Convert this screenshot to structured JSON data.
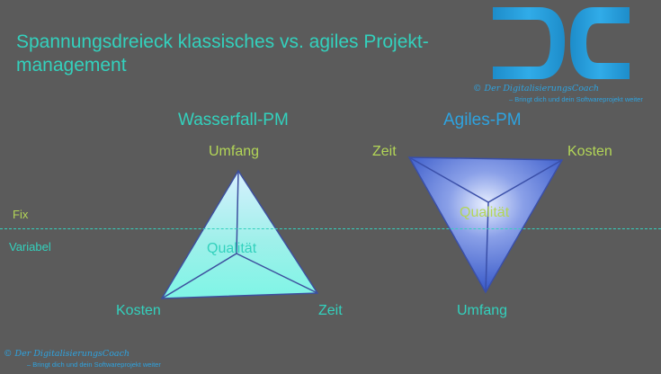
{
  "title": "Spannungsdreieck klassisches vs. agiles Projekt-management",
  "levels": {
    "fix": "Fix",
    "variable": "Variabel"
  },
  "waterfall": {
    "heading": "Wasserfall-PM",
    "top": "Umfang",
    "center": "Qualität",
    "bottom_left": "Kosten",
    "bottom_right": "Zeit"
  },
  "agile": {
    "heading": "Agiles-PM",
    "top_left": "Zeit",
    "top_right": "Kosten",
    "center": "Qualität",
    "bottom": "Umfang"
  },
  "logo": {
    "letters": "DC",
    "credit": "© Der DigitalisierungsCoach",
    "tagline": "– Bringt dich und dein Softwareprojekt weiter"
  },
  "footer": {
    "credit": "© Der DigitalisierungsCoach",
    "tagline": "– Bringt dich und dein Softwareprojekt weiter"
  },
  "colors": {
    "background": "#5b5b5b",
    "accent_teal": "#33d1bd",
    "accent_blue": "#2ea3e0",
    "accent_green": "#b3d657"
  }
}
